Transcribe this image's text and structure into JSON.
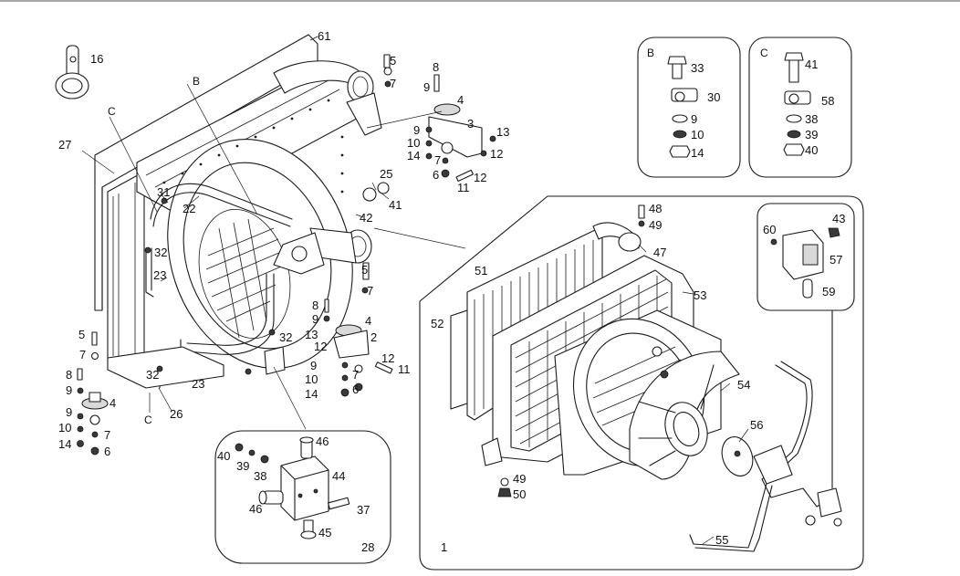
{
  "diagram": {
    "section_letters": {
      "b": "B",
      "c": "C"
    },
    "view_letters": {
      "b_top": "B",
      "c_top_left": "C",
      "c_bottom": "C"
    },
    "labels_main": [
      "61",
      "16",
      "5",
      "7",
      "8",
      "9",
      "4",
      "3",
      "13",
      "12",
      "9",
      "10",
      "14",
      "7",
      "6",
      "11",
      "12",
      "27",
      "31",
      "25",
      "41",
      "42",
      "22",
      "32",
      "23",
      "5",
      "7",
      "8",
      "9",
      "4",
      "2",
      "13",
      "12",
      "9",
      "10",
      "14",
      "7",
      "6",
      "12",
      "11",
      "32",
      "5",
      "7",
      "8",
      "9",
      "4",
      "7",
      "6",
      "9",
      "10",
      "14",
      "32",
      "23",
      "26"
    ],
    "labels_b": [
      "33",
      "30",
      "9",
      "10",
      "14"
    ],
    "labels_c": [
      "41",
      "58",
      "38",
      "39",
      "40"
    ],
    "labels_28": [
      "40",
      "39",
      "38",
      "46",
      "44",
      "46",
      "37",
      "45",
      "28"
    ],
    "labels_1": [
      "48",
      "49",
      "47",
      "51",
      "52",
      "53",
      "54",
      "56",
      "49",
      "50",
      "55",
      "1"
    ],
    "labels_57": [
      "60",
      "43",
      "57",
      "59"
    ]
  }
}
